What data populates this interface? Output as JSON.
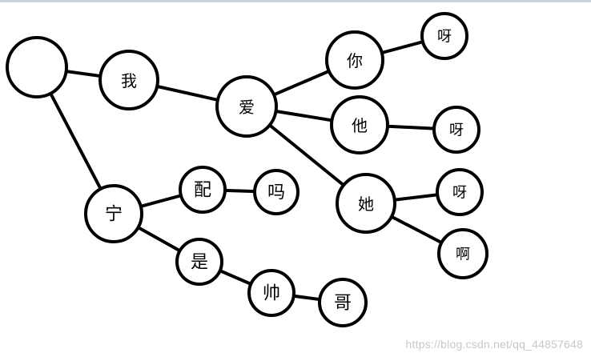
{
  "diagram": {
    "type": "trie-tree",
    "nodes": [
      {
        "id": "root",
        "label": ""
      },
      {
        "id": "wo",
        "label": "我"
      },
      {
        "id": "ai",
        "label": "爱"
      },
      {
        "id": "ni",
        "label": "你"
      },
      {
        "id": "ya1",
        "label": "呀"
      },
      {
        "id": "ta_m",
        "label": "他"
      },
      {
        "id": "ya2",
        "label": "呀"
      },
      {
        "id": "ta_f",
        "label": "她"
      },
      {
        "id": "ya3",
        "label": "呀"
      },
      {
        "id": "a",
        "label": "啊"
      },
      {
        "id": "ning",
        "label": "宁"
      },
      {
        "id": "pei",
        "label": "配"
      },
      {
        "id": "ma",
        "label": "吗"
      },
      {
        "id": "shi",
        "label": "是"
      },
      {
        "id": "shuai",
        "label": "帅"
      },
      {
        "id": "ge",
        "label": "哥"
      }
    ],
    "edges": [
      [
        "root",
        "wo"
      ],
      [
        "wo",
        "ai"
      ],
      [
        "ai",
        "ni"
      ],
      [
        "ni",
        "ya1"
      ],
      [
        "ai",
        "ta_m"
      ],
      [
        "ta_m",
        "ya2"
      ],
      [
        "ai",
        "ta_f"
      ],
      [
        "ta_f",
        "ya3"
      ],
      [
        "ta_f",
        "a"
      ],
      [
        "root",
        "ning"
      ],
      [
        "ning",
        "pei"
      ],
      [
        "pei",
        "ma"
      ],
      [
        "ning",
        "shi"
      ],
      [
        "shi",
        "shuai"
      ],
      [
        "shuai",
        "ge"
      ]
    ]
  },
  "watermark": "https://blog.csdn.net/qq_44857648",
  "colors": {
    "stroke": "#000000",
    "fill": "#ffffff",
    "watermark": "#c8c8c8",
    "top_rule": "#c9d3e0"
  }
}
